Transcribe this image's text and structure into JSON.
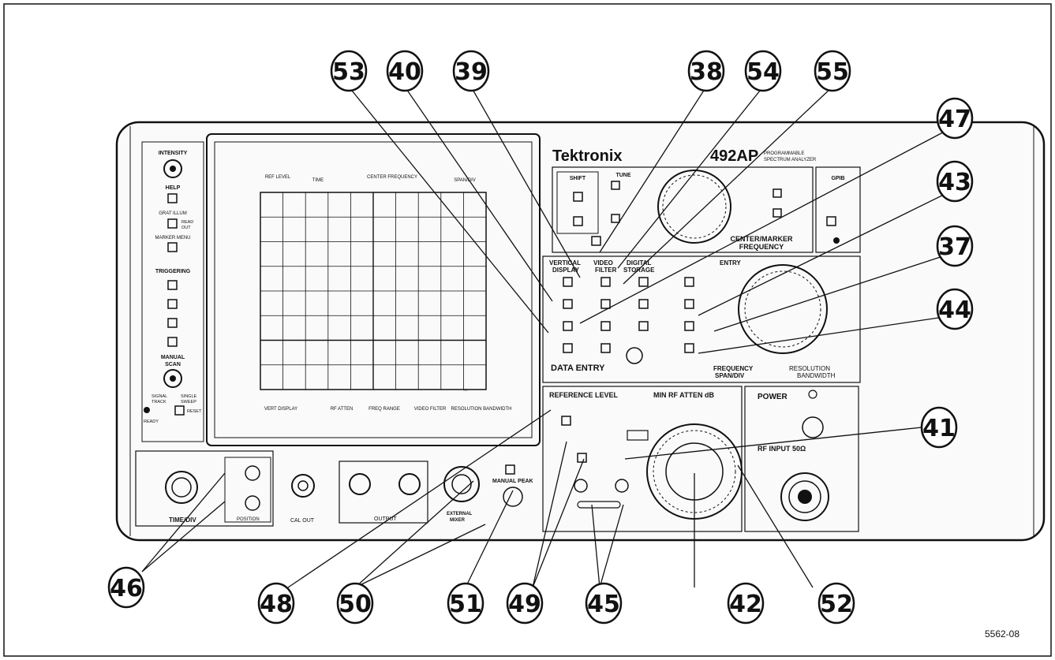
{
  "figure_id": "5562-08",
  "front_panel": {
    "brand": "Tektronix",
    "model": "492AP",
    "model_subtitle": [
      "PROGRAMMABLE",
      "SPECTRUM ANALYZER"
    ],
    "left_controls": {
      "intensity": "INTENSITY",
      "help": "HELP",
      "graticule_illum": "GRAT ILLUM",
      "read_out": [
        "READ",
        "OUT"
      ],
      "marker_menu": "MARKER MENU",
      "triggering": "TRIGGERING",
      "manual_scan": [
        "MANUAL",
        "SCAN"
      ],
      "signal_track": [
        "SIGNAL",
        "TRACK"
      ],
      "single_sweep": [
        "SINGLE",
        "SWEEP"
      ],
      "reset": "RESET",
      "ready": "READY"
    },
    "crt_top_labels": [
      "REF LEVEL",
      "TIME",
      "CENTER FREQUENCY",
      "SPAN/DIV"
    ],
    "crt_bottom_labels": [
      "VERT DISPLAY",
      "RF ATTEN",
      "FREQ RANGE",
      "VIDEO FILTER",
      "RESOLUTION BANDWIDTH"
    ],
    "sections": {
      "shift": "SHIFT",
      "tune": "TUNE",
      "center_marker_frequency": [
        "CENTER/MARKER",
        "FREQUENCY"
      ],
      "gpib": "GPIB",
      "vertical_display": [
        "VERTICAL",
        "DISPLAY"
      ],
      "video_filter": [
        "VIDEO",
        "FILTER"
      ],
      "digital_storage": [
        "DIGITAL",
        "STORAGE"
      ],
      "entry": "ENTRY",
      "data_entry": "DATA ENTRY",
      "frequency_span_div": [
        "FREQUENCY",
        "SPAN/DIV"
      ],
      "resolution_bandwidth": [
        "RESOLUTION",
        "BANDWIDTH"
      ],
      "reference_level": "REFERENCE LEVEL",
      "min_rf_atten": "MIN RF ATTEN dB",
      "power": "POWER",
      "rf_input": "RF INPUT 50Ω",
      "time_div": "TIME/DIV",
      "position": "POSITION",
      "cal_out": "CAL OUT",
      "output": "OUTPUT",
      "manual_peak": "MANUAL PEAK",
      "external_mixer": [
        "EXTERNAL",
        "MIXER"
      ]
    }
  },
  "callouts": [
    {
      "number": "53"
    },
    {
      "number": "40"
    },
    {
      "number": "39"
    },
    {
      "number": "38"
    },
    {
      "number": "54"
    },
    {
      "number": "55"
    },
    {
      "number": "47"
    },
    {
      "number": "43"
    },
    {
      "number": "37"
    },
    {
      "number": "44"
    },
    {
      "number": "41"
    },
    {
      "number": "46"
    },
    {
      "number": "48"
    },
    {
      "number": "50"
    },
    {
      "number": "51"
    },
    {
      "number": "49"
    },
    {
      "number": "45"
    },
    {
      "number": "42"
    },
    {
      "number": "52"
    }
  ]
}
